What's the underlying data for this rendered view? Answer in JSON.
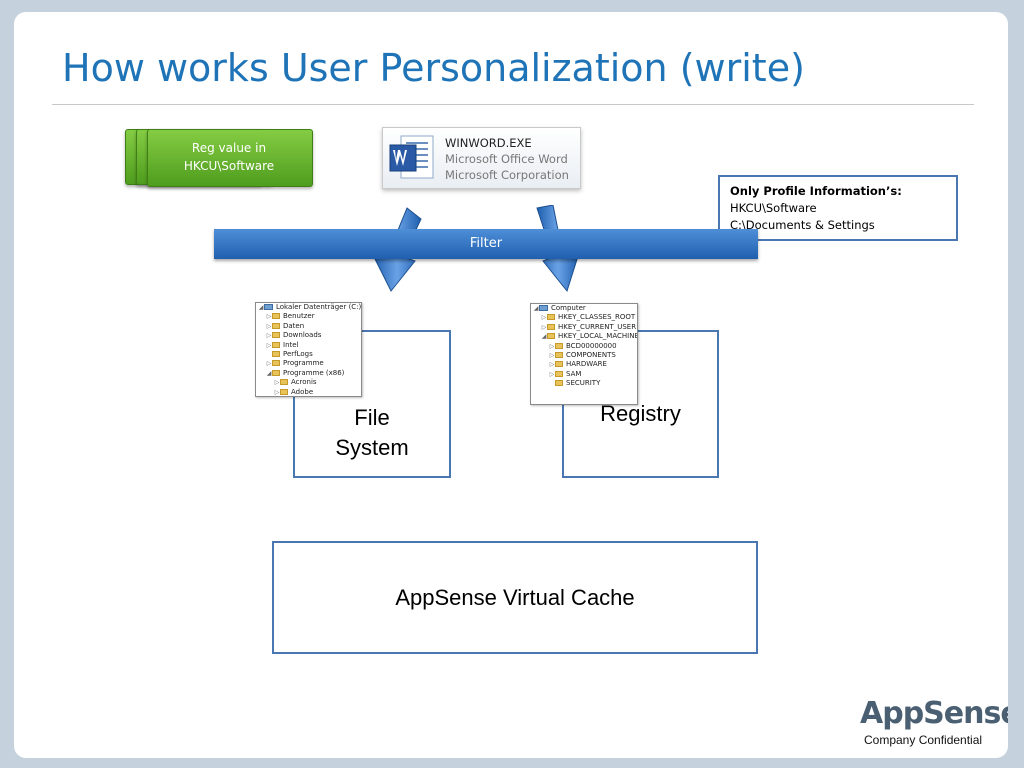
{
  "slide": {
    "title": "How works User Personalization (write)"
  },
  "reg_value": {
    "line1": "Reg value in",
    "line2": "HKCU\\Software"
  },
  "process": {
    "name": "WINWORD.EXE",
    "product": "Microsoft Office Word",
    "company": "Microsoft Corporation",
    "icon": "word-icon"
  },
  "profile_info": {
    "heading": "Only Profile Information’s:",
    "line1": "HKCU\\Software",
    "line2": "C:\\Documents & Settings"
  },
  "filter": {
    "label": "Filter"
  },
  "file_system": {
    "line1": "File",
    "line2": "System",
    "tree": [
      {
        "label": "Lokaler Datenträger (C:)",
        "icon": "drive-icon",
        "level": 0,
        "expander": "expanded"
      },
      {
        "label": "Benutzer",
        "icon": "folder-icon",
        "level": 1,
        "expander": "collapsed"
      },
      {
        "label": "Daten",
        "icon": "folder-icon",
        "level": 1,
        "expander": "collapsed"
      },
      {
        "label": "Downloads",
        "icon": "folder-icon",
        "level": 1,
        "expander": "collapsed"
      },
      {
        "label": "Intel",
        "icon": "folder-icon",
        "level": 1,
        "expander": "collapsed"
      },
      {
        "label": "PerfLogs",
        "icon": "folder-icon",
        "level": 1,
        "expander": "none"
      },
      {
        "label": "Programme",
        "icon": "folder-icon",
        "level": 1,
        "expander": "collapsed"
      },
      {
        "label": "Programme (x86)",
        "icon": "folder-icon",
        "level": 1,
        "expander": "expanded"
      },
      {
        "label": "Acronis",
        "icon": "folder-icon",
        "level": 2,
        "expander": "collapsed"
      },
      {
        "label": "Adobe",
        "icon": "folder-icon",
        "level": 2,
        "expander": "collapsed"
      }
    ]
  },
  "registry": {
    "label": "Registry",
    "tree": [
      {
        "label": "Computer",
        "icon": "computer-icon",
        "level": 0,
        "expander": "expanded"
      },
      {
        "label": "HKEY_CLASSES_ROOT",
        "icon": "folder-icon",
        "level": 1,
        "expander": "collapsed"
      },
      {
        "label": "HKEY_CURRENT_USER",
        "icon": "folder-icon",
        "level": 1,
        "expander": "collapsed"
      },
      {
        "label": "HKEY_LOCAL_MACHINE",
        "icon": "folder-icon",
        "level": 1,
        "expander": "expanded"
      },
      {
        "label": "BCD00000000",
        "icon": "folder-icon",
        "level": 2,
        "expander": "collapsed"
      },
      {
        "label": "COMPONENTS",
        "icon": "folder-icon",
        "level": 2,
        "expander": "collapsed"
      },
      {
        "label": "HARDWARE",
        "icon": "folder-icon",
        "level": 2,
        "expander": "collapsed"
      },
      {
        "label": "SAM",
        "icon": "folder-icon",
        "level": 2,
        "expander": "collapsed"
      },
      {
        "label": "SECURITY",
        "icon": "folder-icon",
        "level": 2,
        "expander": "none"
      }
    ]
  },
  "cache": {
    "label": "AppSense Virtual Cache"
  },
  "footer": {
    "brand_part1": "App",
    "brand_part2": "Sense",
    "registered_mark": "®",
    "confidential": "Company Confidential"
  },
  "colors": {
    "title": "#1f74b8",
    "box_border": "#4a77b1",
    "filter_bar": "#2f6fbd",
    "arrow": "#2f6fbd",
    "green_card": "#6ab634",
    "background": "#c5d2de"
  }
}
